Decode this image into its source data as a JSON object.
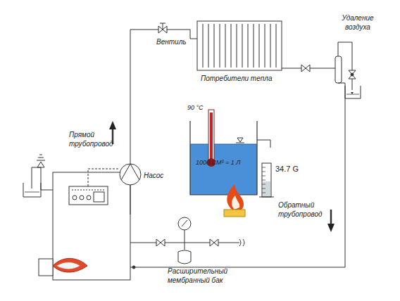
{
  "diagram": {
    "labels": [
      "Вентиль",
      "Удаление воздуха",
      "Потребители тепла",
      "90 °C",
      "1000 СМ³ = 1 Л",
      "34.7 G",
      "Прямой трубопровод",
      "Насос",
      "Обратный трубопровод",
      "Расширительный мембранный бак"
    ]
  }
}
